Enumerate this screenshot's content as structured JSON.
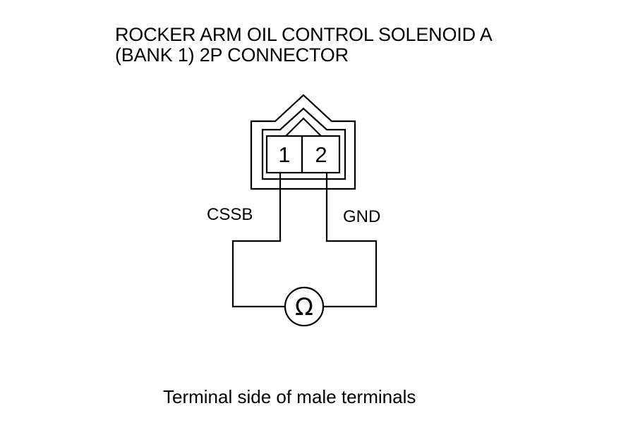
{
  "title": {
    "line1": "ROCKER ARM OIL CONTROL SOLENOID A",
    "line2": "(BANK 1) 2P CONNECTOR"
  },
  "connector": {
    "pins": [
      "1",
      "2"
    ]
  },
  "wires": {
    "left_label": "CSSB",
    "right_label": "GND"
  },
  "meter": {
    "symbol": "Ω",
    "icon": "ohmmeter-icon"
  },
  "caption": "Terminal side of male terminals",
  "colors": {
    "line": "#000000",
    "background": "#ffffff"
  }
}
